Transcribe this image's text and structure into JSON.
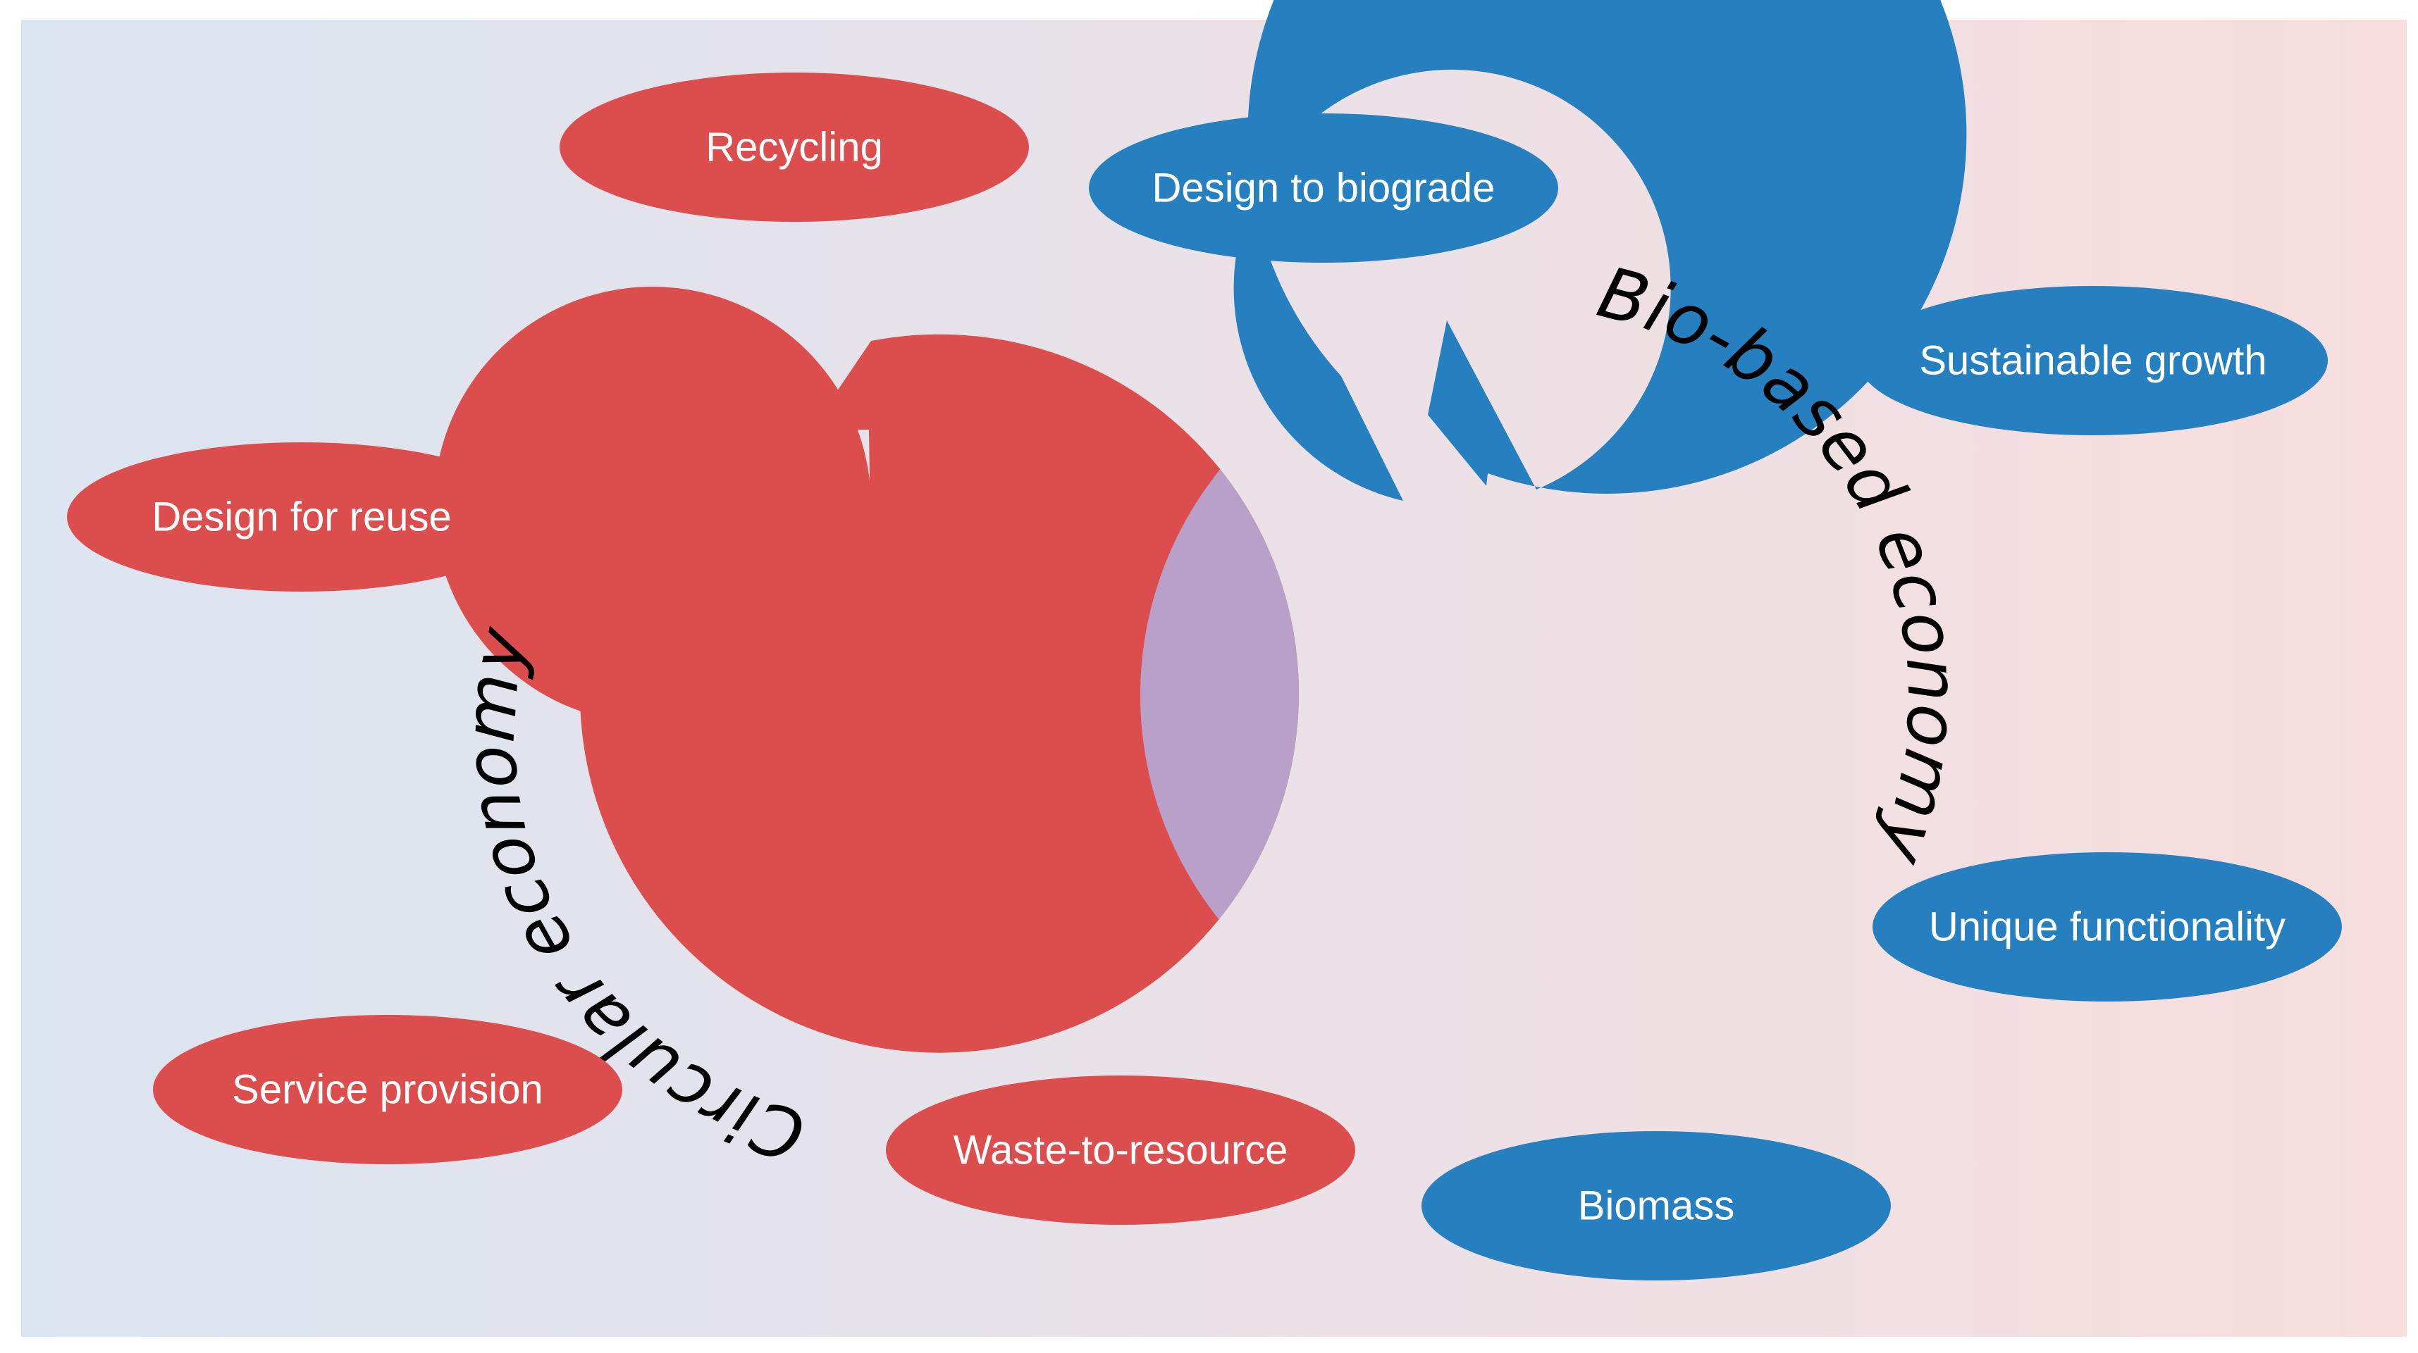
{
  "colors": {
    "circular": "#DC4E4D",
    "biobased": "#2680BF",
    "overlap": "#B9A0C8",
    "background_left": "#DBE5F1",
    "background_right": "#F8DEDE",
    "pill_text": "#FFFFFF",
    "label_text": "#000000"
  },
  "cycles": {
    "circular": {
      "label": "Circular economy",
      "arrow_direction": "clockwise"
    },
    "biobased": {
      "label": "Bio-based economy",
      "arrow_direction": "counterclockwise"
    }
  },
  "concepts": {
    "circular": [
      {
        "text": "Recycling"
      },
      {
        "text": "Design for reuse"
      },
      {
        "text": "Service provision"
      },
      {
        "text": "Waste-to-resource"
      }
    ],
    "biobased": [
      {
        "text": "Design to biograde"
      },
      {
        "text": "Sustainable growth"
      },
      {
        "text": "Unique functionality"
      },
      {
        "text": "Biomass"
      }
    ]
  }
}
